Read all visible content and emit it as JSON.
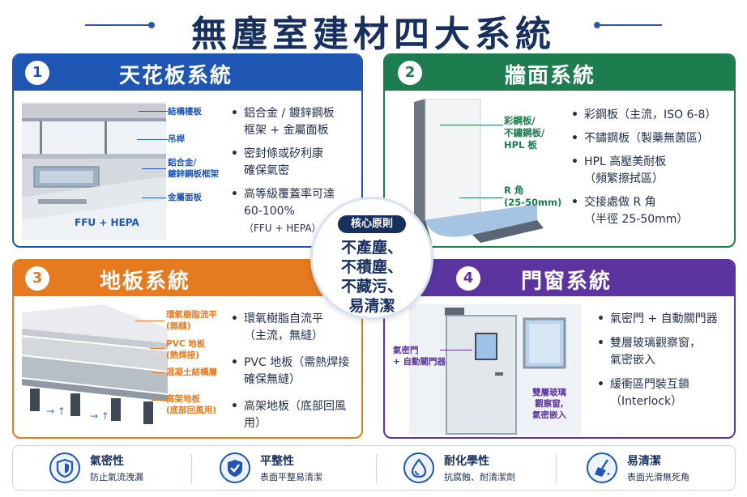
{
  "title": "無塵室建材四大系統",
  "panels": {
    "ceiling": {
      "number": "1",
      "title": "天花板系統",
      "labels": {
        "structural": "結構樓板",
        "hanger": "吊桿",
        "frame": "鋁合金/\n鍍鋅鋼板框架",
        "metal_panel": "金屬面板",
        "ffu": "FFU + HEPA"
      },
      "bullets": [
        "鋁合金 / 鍍鋅鋼板\n框架 + 金屬面板",
        "密封條或矽利康\n確保氣密",
        "高等級覆蓋率可達\n60-100%"
      ],
      "bullet_note": "（FFU + HEPA）"
    },
    "wall": {
      "number": "2",
      "title": "牆面系統",
      "labels": {
        "material": "彩鋼板/\n不鏽鋼板/\nHPL 板",
        "r_corner": "R 角\n(25-50mm)"
      },
      "bullets": [
        "彩鋼板（主流，ISO 6-8）",
        "不鏽鋼板（製藥無菌區）",
        "HPL 高壓美耐板\n（頻繁擦拭區）",
        "交接處做 R 角\n（半徑 25-50mm）"
      ]
    },
    "floor": {
      "number": "3",
      "title": "地板系統",
      "labels": {
        "epoxy": "環氧樹脂流平\n(無縫)",
        "pvc": "PVC 地板\n(熱焊接)",
        "concrete": "混凝土結構層",
        "raised": "高架地板\n(底部回風用)"
      },
      "bullets": [
        "環氧樹脂自流平\n（主流，無縫）",
        "PVC 地板（需熱焊接\n確保無縫）",
        "高架地板（底部回風用）"
      ]
    },
    "door": {
      "number": "4",
      "title": "門窗系統",
      "labels": {
        "door": "氣密門\n+ 自動關門器",
        "window": "雙層玻璃\n觀察窗,\n氣密嵌入"
      },
      "bullets": [
        "氣密門 + 自動關門器",
        "雙層玻璃觀察窗，\n氣密嵌入",
        "緩衝區門裝互鎖\n（Interlock）"
      ]
    }
  },
  "core": {
    "label": "核心原則",
    "text": "不產塵、\n不積塵、\n不藏污、\n易清潔"
  },
  "features": [
    {
      "icon": "shield-icon",
      "title": "氣密性",
      "desc": "防止氣流洩漏"
    },
    {
      "icon": "check-shield-icon",
      "title": "平整性",
      "desc": "表面平整易清潔"
    },
    {
      "icon": "drop-icon",
      "title": "耐化學性",
      "desc": "抗腐蝕、耐清潔劑"
    },
    {
      "icon": "broom-icon",
      "title": "易清潔",
      "desc": "表面光滑無死角"
    }
  ],
  "colors": {
    "ceiling": "#1f56b4",
    "wall": "#1e7d4f",
    "floor": "#e57b1e",
    "door": "#5b34a0",
    "navy": "#17305f"
  }
}
